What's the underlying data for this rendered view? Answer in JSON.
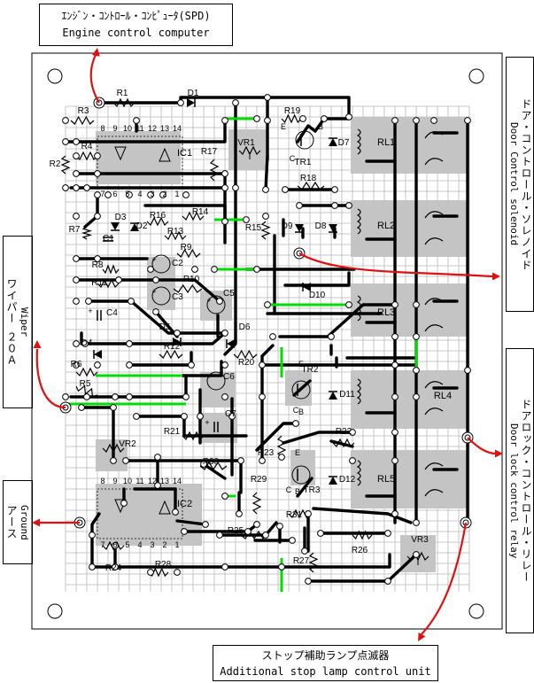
{
  "titles": {
    "top_jp": "ｴﾝｼﾞﾝ・ｺﾝﾄﾛｰﾙ・ｺﾝﾋﾟｭｰﾀ(SPD)",
    "top_en": "Engine control computer",
    "bottom_jp": "ストップ補助ランプ点滅器",
    "bottom_en": "Additional stop lamp control unit"
  },
  "side_labels": {
    "door_jp": "ドア・コントロール・ソレノイド",
    "door_en": "Door Control solenoid",
    "lock_jp": "ドアロック・コントロール・リレー",
    "lock_en": "Door lock control relay",
    "wiper_jp": "ワイパー ２０Ａ",
    "wiper_en": "Wiper",
    "ground_jp": "アース",
    "ground_en": "Ground"
  },
  "components": {
    "ics": [
      "IC1",
      "IC2"
    ],
    "relays": [
      "RL1",
      "RL2",
      "RL3",
      "RL4",
      "RL5"
    ],
    "transistors": [
      "TR1",
      "TR2",
      "TR3"
    ],
    "variable_resistors": [
      "VR1",
      "VR2",
      "VR3"
    ],
    "capacitors": [
      "C1",
      "C2",
      "C3",
      "C4",
      "C5",
      "C6",
      "C7"
    ],
    "diodes": [
      "D1",
      "D2",
      "D3",
      "D4",
      "D5",
      "D6",
      "D7",
      "D8",
      "D9",
      "D10",
      "D11",
      "D12"
    ],
    "resistors": [
      "R1",
      "R2",
      "R3",
      "R4",
      "R5",
      "R6",
      "R7",
      "R8",
      "R9",
      "R10",
      "R11",
      "R12",
      "R13",
      "R14",
      "R15",
      "R16",
      "R17",
      "R18",
      "R19",
      "R20",
      "R21",
      "R22",
      "R23",
      "R24",
      "R25",
      "R26",
      "R27",
      "R28",
      "R29",
      "R30",
      "R31"
    ],
    "pin_labels": [
      "1",
      "2",
      "3",
      "4",
      "5",
      "6",
      "7",
      "8",
      "9",
      "10",
      "11",
      "12",
      "13",
      "14"
    ],
    "transistor_pins": [
      "E",
      "B",
      "C"
    ],
    "polarity": "+"
  },
  "colors": {
    "grid": "#b8b8b8",
    "shade": "#c4c4c4",
    "trace": "#000000",
    "jumper": "#00dd00",
    "arrow": "#e01010"
  }
}
